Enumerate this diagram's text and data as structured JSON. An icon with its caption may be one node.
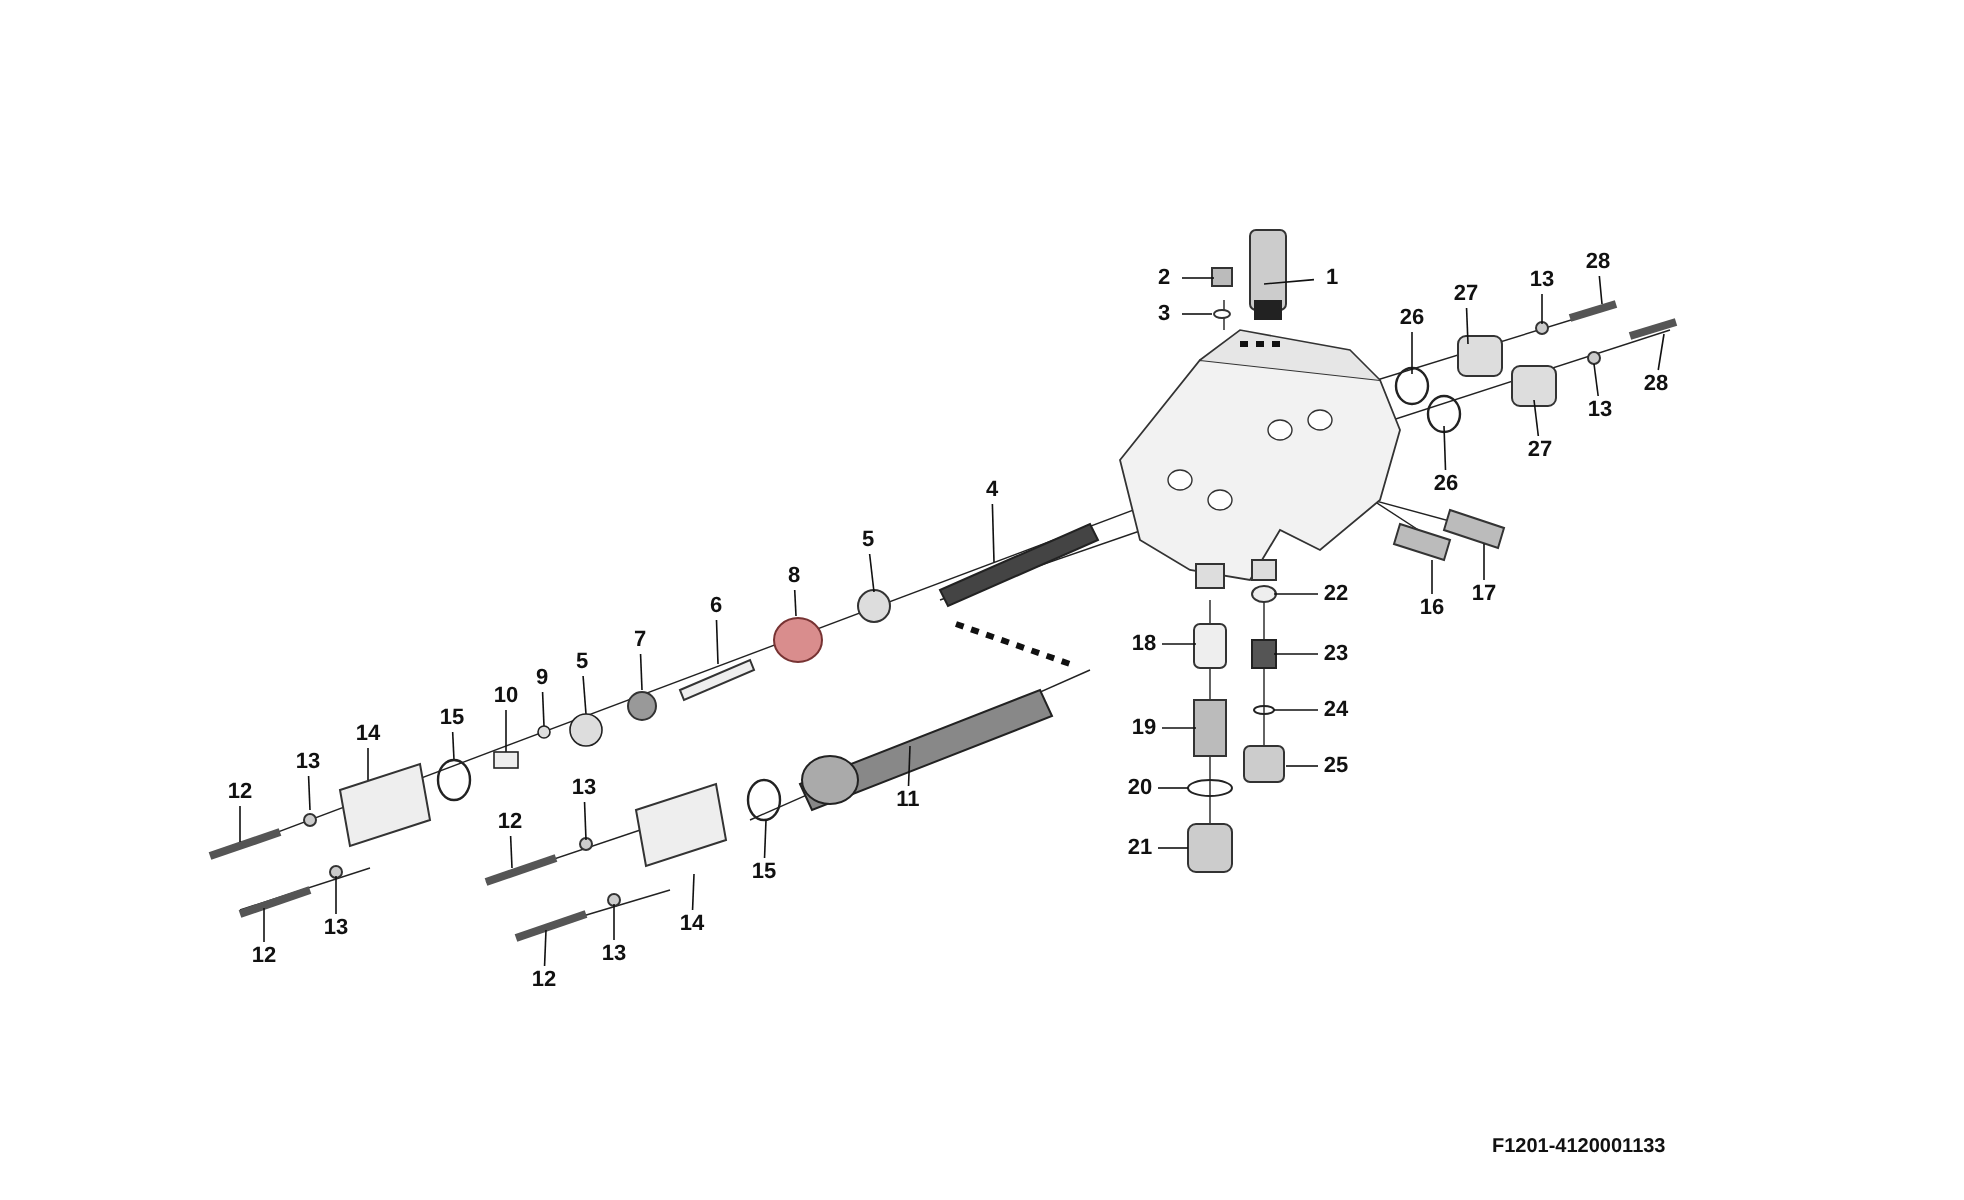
{
  "diagram": {
    "nodes": [
      {
        "text": [
          "1"
        ]
      },
      {
        "text": [
          "2"
        ]
      },
      {
        "text": [
          "3"
        ]
      },
      {
        "text": [
          "4"
        ]
      },
      {
        "text": [
          "5"
        ]
      },
      {
        "text": [
          "6"
        ]
      },
      {
        "text": [
          "8"
        ]
      },
      {
        "text": [
          "7"
        ]
      },
      {
        "text": [
          "5"
        ]
      },
      {
        "text": [
          "9"
        ]
      },
      {
        "text": [
          "10"
        ]
      },
      {
        "text": [
          "15"
        ]
      },
      {
        "text": [
          "14"
        ]
      },
      {
        "text": [
          "13"
        ]
      },
      {
        "text": [
          "12"
        ]
      },
      {
        "text": [
          "13"
        ]
      },
      {
        "text": [
          "12"
        ]
      },
      {
        "text": [
          "12"
        ]
      },
      {
        "text": [
          "13"
        ]
      },
      {
        "text": [
          "15"
        ]
      },
      {
        "text": [
          "14"
        ]
      },
      {
        "text": [
          "13"
        ]
      },
      {
        "text": [
          "12"
        ]
      },
      {
        "text": [
          "11"
        ]
      },
      {
        "text": [
          "18"
        ]
      },
      {
        "text": [
          "19"
        ]
      },
      {
        "text": [
          "20"
        ]
      },
      {
        "text": [
          "21"
        ]
      },
      {
        "text": [
          "22"
        ]
      },
      {
        "text": [
          "23"
        ]
      },
      {
        "text": [
          "24"
        ]
      },
      {
        "text": [
          "25"
        ]
      },
      {
        "text": [
          "16"
        ]
      },
      {
        "text": [
          "17"
        ]
      },
      {
        "text": [
          "26"
        ]
      },
      {
        "text": [
          "27"
        ]
      },
      {
        "text": [
          "13"
        ]
      },
      {
        "text": [
          "28"
        ]
      },
      {
        "text": [
          "13"
        ]
      },
      {
        "text": [
          "28"
        ]
      },
      {
        "text": [
          "26"
        ]
      },
      {
        "text": [
          "27"
        ]
      },
      {
        "text": [],
        "shape": "circle"
      },
      {
        "text": [],
        "shape": "box"
      },
      {
        "text": [],
        "shape": "circle"
      },
      {
        "text": [],
        "shape": "circle"
      }
    ],
    "edges": [
      {
        "from": 0,
        "to": null,
        "arrow": "none"
      },
      {
        "from": 1,
        "to": null,
        "arrow": "none"
      },
      {
        "from": 2,
        "to": null,
        "arrow": "none"
      },
      {
        "from": 3,
        "to": null,
        "arrow": "none"
      },
      {
        "from": 4,
        "to": null,
        "arrow": "none"
      },
      {
        "from": 5,
        "to": null,
        "arrow": "none"
      },
      {
        "from": 6,
        "to": null,
        "arrow": "none"
      },
      {
        "from": 7,
        "to": null,
        "arrow": "none"
      },
      {
        "from": 8,
        "to": 45,
        "arrow": "none"
      },
      {
        "from": 9,
        "to": 44,
        "arrow": "none"
      },
      {
        "from": 10,
        "to": 43,
        "arrow": "none"
      },
      {
        "from": 11,
        "to": 42,
        "arrow": "none"
      },
      {
        "from": 12,
        "to": null,
        "arrow": "none"
      },
      {
        "from": 13,
        "to": null,
        "arrow": "none"
      },
      {
        "from": 14,
        "to": null,
        "arrow": "none"
      },
      {
        "from": 15,
        "to": null,
        "arrow": "none"
      },
      {
        "from": 16,
        "to": null,
        "arrow": "none"
      },
      {
        "from": 17,
        "to": null,
        "arrow": "none"
      },
      {
        "from": 18,
        "to": null,
        "arrow": "none"
      },
      {
        "from": 19,
        "to": null,
        "arrow": "none"
      },
      {
        "from": 20,
        "to": null,
        "arrow": "none"
      },
      {
        "from": 21,
        "to": null,
        "arrow": "none"
      },
      {
        "from": 22,
        "to": null,
        "arrow": "none"
      },
      {
        "from": 23,
        "to": null,
        "arrow": "none"
      },
      {
        "from": 24,
        "to": null,
        "arrow": "none"
      },
      {
        "from": 25,
        "to": null,
        "arrow": "none"
      },
      {
        "from": 26,
        "to": null,
        "arrow": "none"
      },
      {
        "from": 27,
        "to": null,
        "arrow": "none"
      },
      {
        "from": 28,
        "to": null,
        "arrow": "none"
      },
      {
        "from": 29,
        "to": null,
        "arrow": "none"
      },
      {
        "from": 30,
        "to": null,
        "arrow": "none"
      },
      {
        "from": 31,
        "to": null,
        "arrow": "none"
      },
      {
        "from": 32,
        "to": null,
        "arrow": "none"
      },
      {
        "from": 33,
        "to": null,
        "arrow": "none"
      },
      {
        "from": 34,
        "to": null,
        "arrow": "none"
      },
      {
        "from": 35,
        "to": null,
        "arrow": "none"
      },
      {
        "from": 36,
        "to": null,
        "arrow": "none"
      },
      {
        "from": 37,
        "to": null,
        "arrow": "none"
      },
      {
        "from": 38,
        "to": null,
        "arrow": "none"
      },
      {
        "from": 39,
        "to": null,
        "arrow": "none"
      },
      {
        "from": 40,
        "to": null,
        "arrow": "none"
      },
      {
        "from": 41,
        "to": null,
        "arrow": "none"
      }
    ],
    "labels": [
      "F1201-4120001133"
    ]
  }
}
